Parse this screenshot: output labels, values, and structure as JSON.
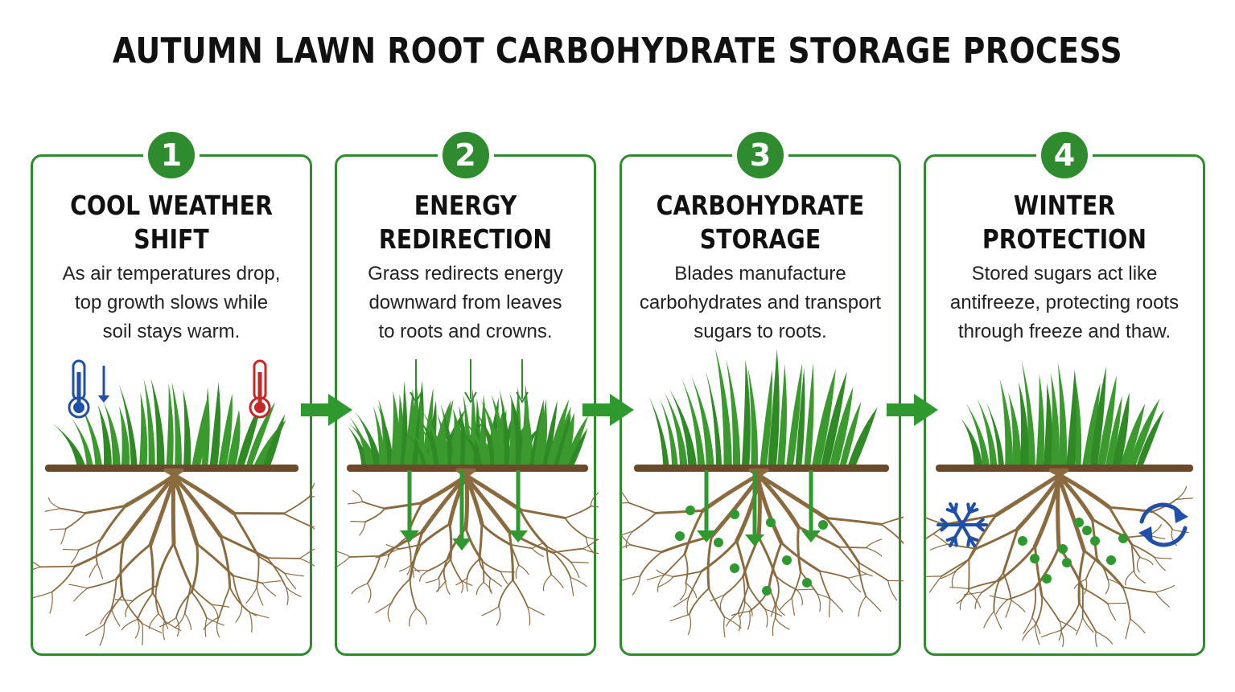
{
  "title": "AUTUMN LAWN ROOT CARBOHYDRATE STORAGE PROCESS",
  "colors": {
    "panel_border": "#2e8b2e",
    "grass": "#3a9a2e",
    "root": "#8b6a3e",
    "soil": "#6b4a2a",
    "cold": "#1f4fa8",
    "warm": "#c62828"
  },
  "steps": [
    {
      "number": "1",
      "heading": [
        "COOL WEATHER",
        "SHIFT"
      ],
      "description": [
        "As air temperatures drop,",
        "top growth slows while",
        "soil stays warm."
      ],
      "icons": [
        "cold-thermometer-icon",
        "down-arrow-icon",
        "warm-thermometer-icon"
      ]
    },
    {
      "number": "2",
      "heading": [
        "ENERGY",
        "REDIRECTION"
      ],
      "description": [
        "Grass redirects energy",
        "downward from leaves",
        "to roots and crowns."
      ],
      "icons": [
        "downward-arrows-icon"
      ]
    },
    {
      "number": "3",
      "heading": [
        "CARBOHYDRATE",
        "STORAGE"
      ],
      "description": [
        "Blades manufacture",
        "carbohydrates and transport",
        "sugars to roots."
      ],
      "icons": [
        "sugar-transport-arrows-icon"
      ]
    },
    {
      "number": "4",
      "heading": [
        "WINTER",
        "PROTECTION"
      ],
      "description": [
        "Stored sugars act like",
        "antifreeze, protecting roots",
        "through freeze and thaw."
      ],
      "icons": [
        "snowflake-icon",
        "cycle-arrows-icon"
      ]
    }
  ]
}
